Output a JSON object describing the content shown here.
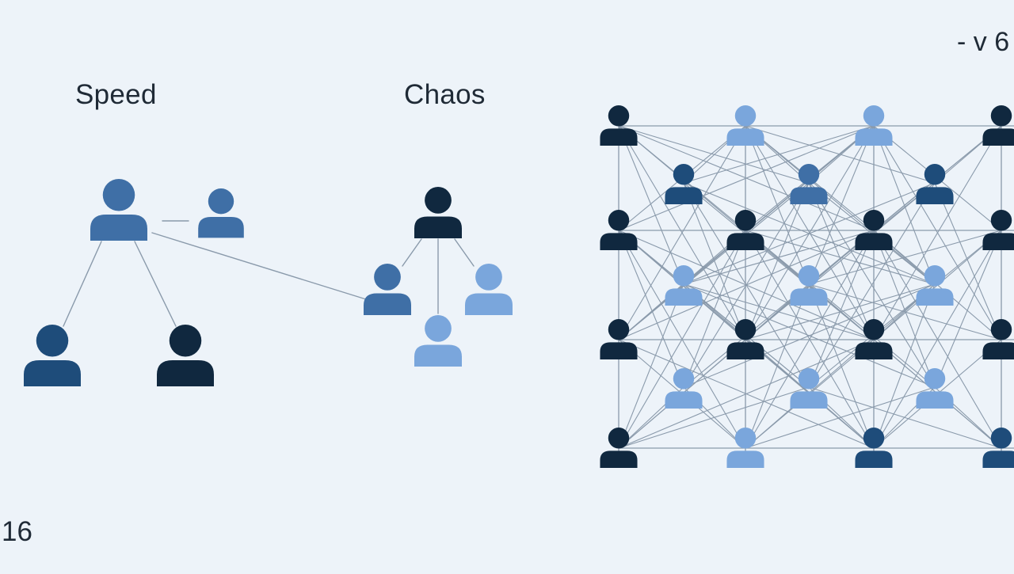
{
  "labels": {
    "speed": "Speed",
    "chaos": "Chaos"
  },
  "corner_text": "- v 6",
  "page_number": "16",
  "colors": {
    "background": "#edf3f9",
    "dark_navy": "#10283f",
    "mid_blue": "#1e4c7a",
    "steel_blue": "#3f6fa6",
    "light_blue": "#7aa6dc",
    "line": "#8a9aab"
  },
  "icons": {
    "person": "person-icon"
  }
}
